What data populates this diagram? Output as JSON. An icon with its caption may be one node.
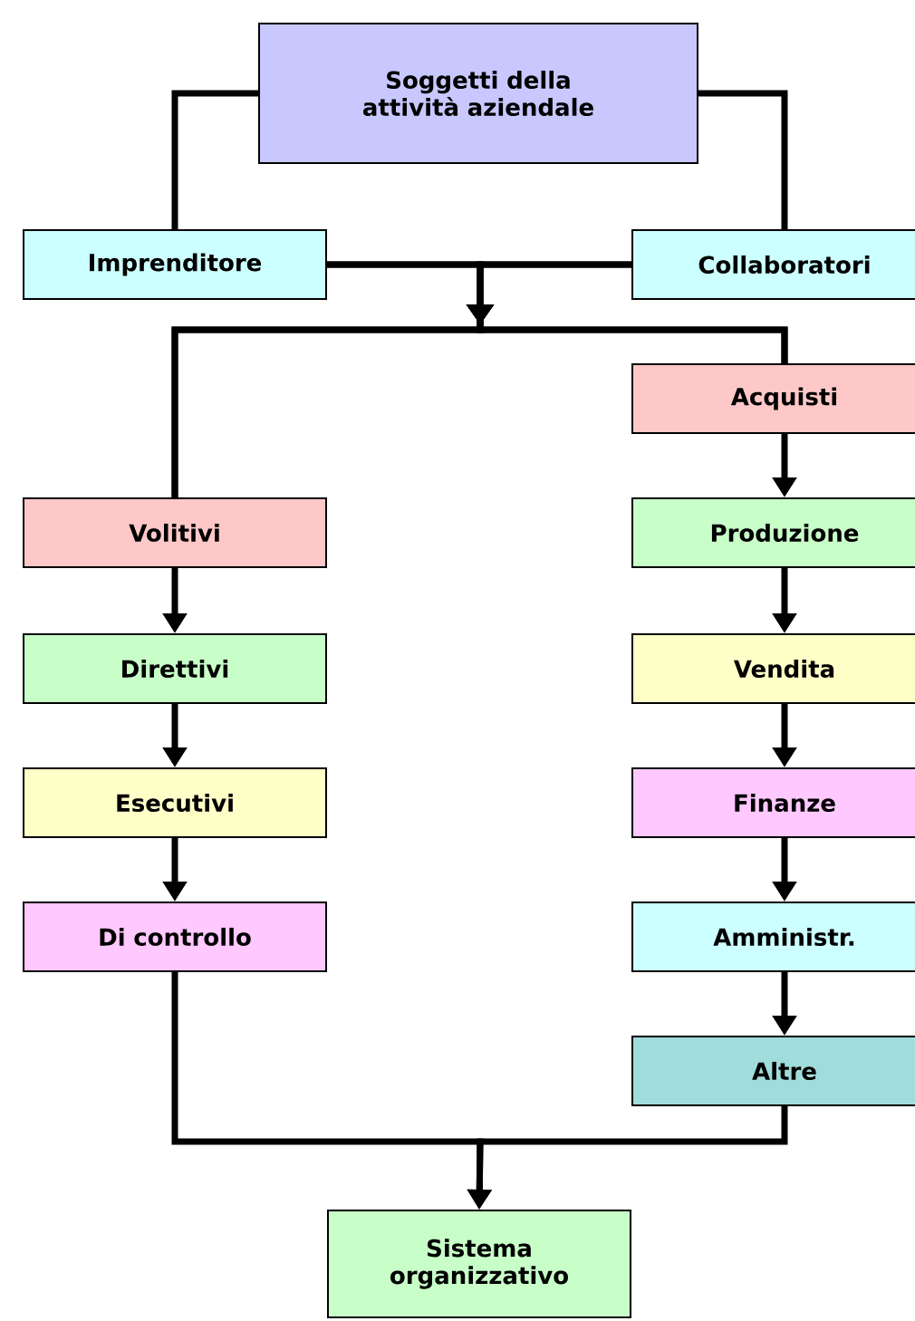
{
  "diagram": {
    "nodes": [
      {
        "text": [
          "Soggetti della attività aziendale"
        ]
      },
      {
        "text": [
          "Imprenditore"
        ]
      },
      {
        "text": [
          "Collaboratori"
        ]
      },
      {
        "text": [
          "Acquisti"
        ]
      },
      {
        "text": [
          "Volitivi"
        ]
      },
      {
        "text": [
          "Produzione"
        ]
      },
      {
        "text": [
          "Direttivi"
        ]
      },
      {
        "text": [
          "Vendita"
        ]
      },
      {
        "text": [
          "Esecutivi"
        ]
      },
      {
        "text": [
          "Finanze"
        ]
      },
      {
        "text": [
          "Di controllo"
        ]
      },
      {
        "text": [
          "Amministr."
        ]
      },
      {
        "text": [
          "Altre"
        ]
      },
      {
        "text": [
          "Sistema organizzativo"
        ]
      }
    ],
    "edges": [
      {
        "from": 0,
        "to": 1,
        "arrow": "none"
      },
      {
        "from": 0,
        "to": 2,
        "arrow": "none"
      },
      {
        "from": 1,
        "to": 4,
        "arrow": "to"
      },
      {
        "from": 1,
        "to": 3,
        "arrow": "to"
      },
      {
        "from": 2,
        "to": 4,
        "arrow": "to"
      },
      {
        "from": 2,
        "to": 3,
        "arrow": "to"
      },
      {
        "from": 4,
        "to": 6,
        "arrow": "to"
      },
      {
        "from": 6,
        "to": 8,
        "arrow": "to"
      },
      {
        "from": 8,
        "to": 10,
        "arrow": "to"
      },
      {
        "from": 3,
        "to": 5,
        "arrow": "to"
      },
      {
        "from": 5,
        "to": 7,
        "arrow": "to"
      },
      {
        "from": 7,
        "to": 9,
        "arrow": "to"
      },
      {
        "from": 9,
        "to": 11,
        "arrow": "to"
      },
      {
        "from": 11,
        "to": 12,
        "arrow": "to"
      },
      {
        "from": 10,
        "to": 13,
        "arrow": "to"
      },
      {
        "from": 12,
        "to": 13,
        "arrow": "to"
      }
    ]
  }
}
